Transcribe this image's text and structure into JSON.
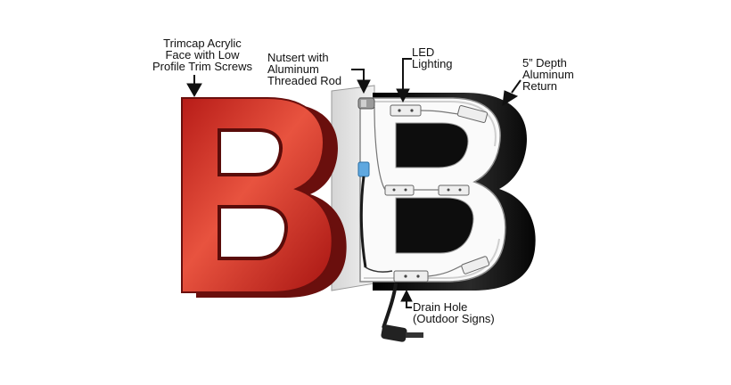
{
  "callouts": {
    "trimcap": "Trimcap Acrylic\nFace with Low\nProfile Trim Screws",
    "nutsert": "Nutsert with\nAluminum\nThreaded Rod",
    "led": "LED\nLighting",
    "depth": "5” Depth\nAluminum\nReturn",
    "drain": "Drain Hole\n(Outdoor Signs)"
  },
  "colors": {
    "face_red": "#d9302a",
    "face_red_dark": "#7a1210",
    "return_black": "#0d0d0d",
    "panel_gray": "#e4e4e4",
    "arrow": "#111111"
  },
  "icons": [
    "arrow-icon",
    "led-module-icon",
    "power-cord-icon",
    "nutsert-icon"
  ]
}
